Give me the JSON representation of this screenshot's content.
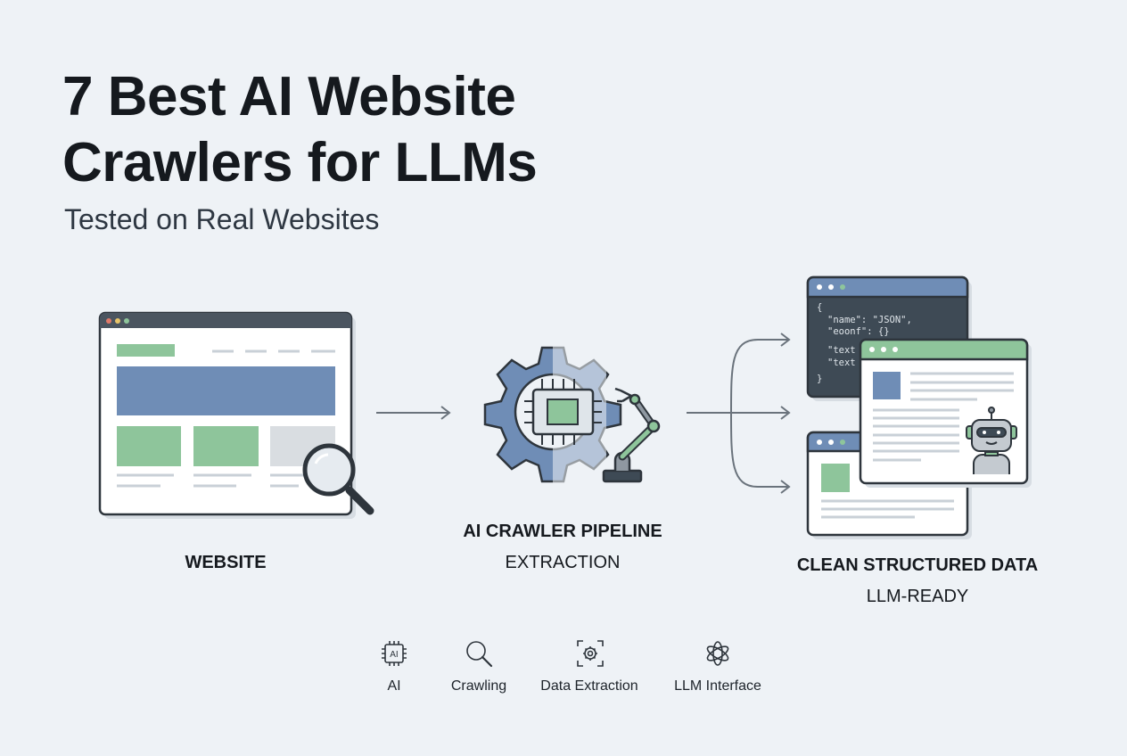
{
  "title_lines": [
    "7 Best AI Website",
    "Crawlers for LLMs"
  ],
  "subtitle": "Tested on Real Websites",
  "stages": {
    "website": {
      "label": "WEBSITE"
    },
    "pipeline": {
      "label": "AI CRAWLER PIPELINE",
      "sublabel": "EXTRACTION"
    },
    "output": {
      "label": "CLEAN STRUCTURED DATA",
      "sublabel": "LLM-READY"
    }
  },
  "code_window": {
    "lines": [
      "{",
      "\"name\": \"JSON\",",
      "\"eoonf\": {}",
      "\"text",
      "\"text",
      "}"
    ]
  },
  "legend": [
    {
      "icon": "ai-chip-icon",
      "label": "AI",
      "chip_text": "AI"
    },
    {
      "icon": "magnifier-icon",
      "label": "Crawling"
    },
    {
      "icon": "gear-scan-icon",
      "label": "Data Extraction"
    },
    {
      "icon": "llm-knot-icon",
      "label": "LLM Interface"
    }
  ],
  "colors": {
    "blue": "#6f8db6",
    "green": "#8ec59b",
    "dark": "#3e4a55",
    "outline": "#2e353c",
    "background": "#eef2f6"
  }
}
